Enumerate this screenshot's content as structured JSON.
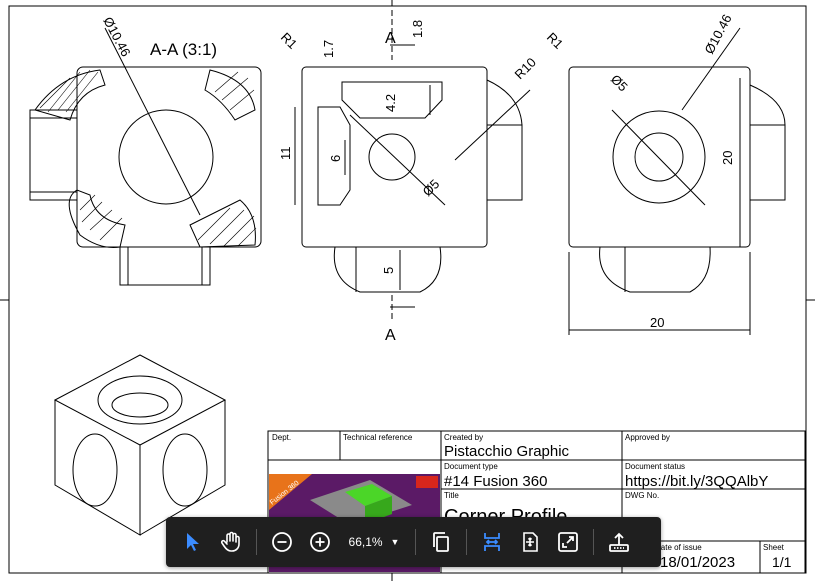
{
  "drawing": {
    "section_label": "A-A (3:1)",
    "cut_label_top": "A",
    "cut_label_bottom": "A",
    "dims": {
      "d1046_left": "Ø10.46",
      "r1_mid": "R1",
      "d17": "1.7",
      "d18": "1.8",
      "d42": "4.2",
      "r10": "R10",
      "d11": "11",
      "d6": "6",
      "d5_mid": "Ø5",
      "d5_bot": "5",
      "r1_right": "R1",
      "d1046_right": "Ø10.46",
      "d5_right": "Ø5",
      "d20_vert": "20",
      "d20_horiz": "20"
    }
  },
  "title_block": {
    "dept_label": "Dept.",
    "techref_label": "Technical reference",
    "created_by_label": "Created by",
    "created_by": "Pistacchio Graphic",
    "approved_by_label": "Approved by",
    "doc_type_label": "Document type",
    "doc_type": "#14 Fusion 360",
    "doc_status_label": "Document status",
    "doc_status": "https://bit.ly/3QQAlbY",
    "title_label": "Title",
    "title": "Corner Profile",
    "dwg_no_label": "DWG No.",
    "date_label": "Date of issue",
    "date": "18/01/2023",
    "sheet_label": "Sheet",
    "sheet": "1/1",
    "thumb_tag": "Fusion 360"
  },
  "toolbar": {
    "zoom_value": "66,1%",
    "buttons": [
      "select-tool",
      "pan-tool",
      "zoom-out",
      "zoom-in",
      "zoom-dropdown",
      "copy",
      "fit-width",
      "fit-page",
      "fullscreen",
      "export"
    ]
  },
  "colors": {
    "toolbar_bg": "#1f1f1f",
    "accent": "#3b8cff",
    "thumb_bg": "#5b1a66"
  }
}
